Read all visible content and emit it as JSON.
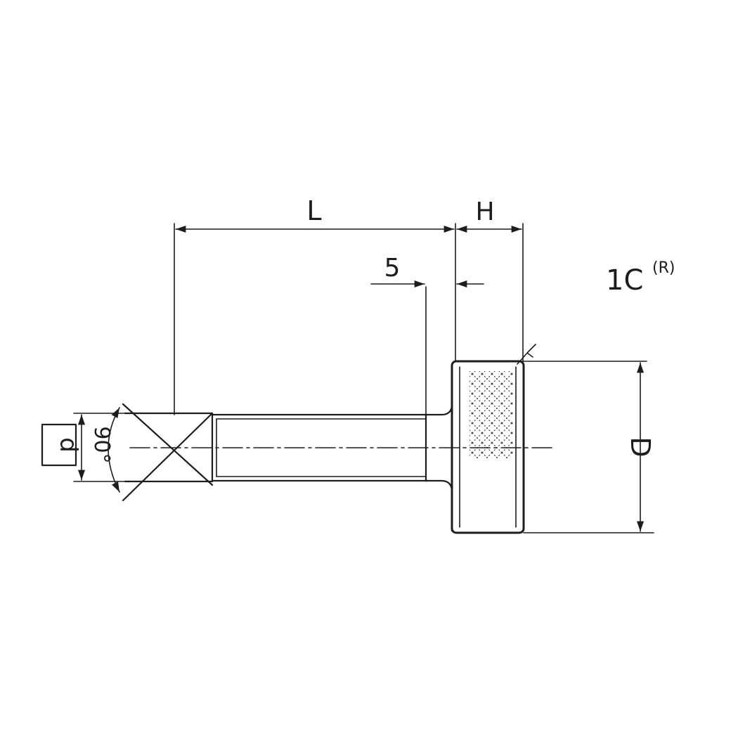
{
  "labels": {
    "L": "L",
    "H": "H",
    "five": "5",
    "chamfer": "1C",
    "chamfer_note": "(R)",
    "D": "D",
    "d": "d",
    "angle": "90°"
  },
  "colors": {
    "ink": "#1d1d1d",
    "background": "#ffffff"
  }
}
